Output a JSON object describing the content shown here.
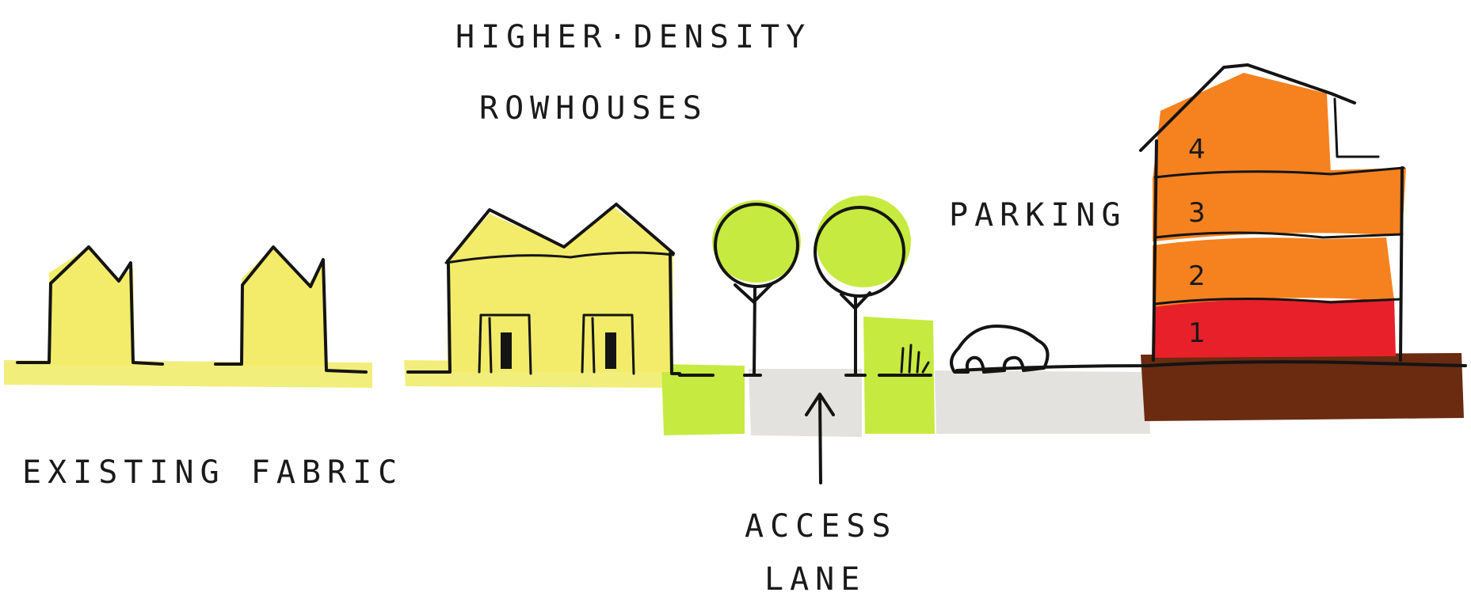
{
  "labels": {
    "higher_density_line1": "HIGHER·DENSITY",
    "higher_density_line2": "ROWHOUSES",
    "parking": "PARKING",
    "existing_fabric": "EXISTING FABRIC",
    "access_line1": "ACCESS",
    "access_line2": "LANE"
  },
  "building_floors": [
    "1",
    "2",
    "3",
    "4"
  ],
  "colors": {
    "yellow_wash": "#f3ec6a",
    "green_wash": "#c6ea3f",
    "grey_wash": "#e2e0dc",
    "brown_ground": "#6b2b10",
    "red_floor": "#e8202a",
    "orange_floor": "#f5821f",
    "ink": "#141414"
  }
}
